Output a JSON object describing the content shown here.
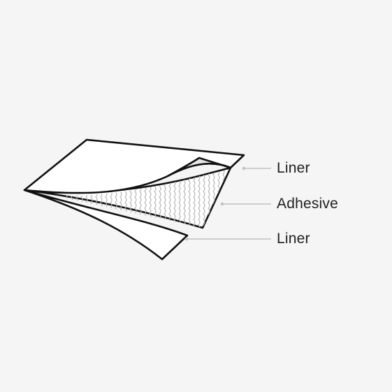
{
  "callouts": {
    "top_liner": "Liner",
    "adhesive": "Adhesive",
    "bottom_liner": "Liner"
  },
  "colors": {
    "background": "#f5f5f5",
    "sheet_fill": "#ffffff",
    "fold_underside": "#e6e6e6",
    "outline": "#111111",
    "adhesive_wave": "#b5b5b5",
    "leader_line": "#c2c2c2"
  }
}
